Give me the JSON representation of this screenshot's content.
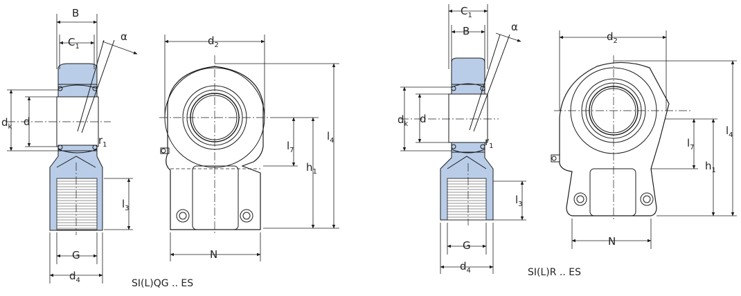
{
  "colors": {
    "section_fill": "#b9cde8",
    "line": "#1a1a1a"
  },
  "left_section": {
    "B": "B",
    "C": "C",
    "C_sub": "1",
    "alpha": "α",
    "dk": "d",
    "dk_sub": "k",
    "d": "d",
    "r": "r",
    "r_sub": "1",
    "l3": "l",
    "l3_sub": "3",
    "G": "G",
    "d4": "d",
    "d4_sub": "4"
  },
  "left_side": {
    "d2": "d",
    "d2_sub": "2",
    "l4": "l",
    "l4_sub": "4",
    "l7": "l",
    "l7_sub": "7",
    "h1": "h",
    "h1_sub": "1",
    "N": "N"
  },
  "right_section": {
    "C": "C",
    "C_sub": "1",
    "B": "B",
    "alpha": "α",
    "dk": "d",
    "dk_sub": "k",
    "d": "d",
    "r": "r",
    "r_sub": "1",
    "l3": "l",
    "l3_sub": "3",
    "G": "G",
    "d4": "d",
    "d4_sub": "4"
  },
  "right_side": {
    "d2": "d",
    "d2_sub": "2",
    "l4": "l",
    "l4_sub": "4",
    "l7": "l",
    "l7_sub": "7",
    "h1": "h",
    "h1_sub": "1",
    "N": "N"
  },
  "captions": {
    "left": "SI(L)QG .. ES",
    "right": "SI(L)R .. ES"
  }
}
